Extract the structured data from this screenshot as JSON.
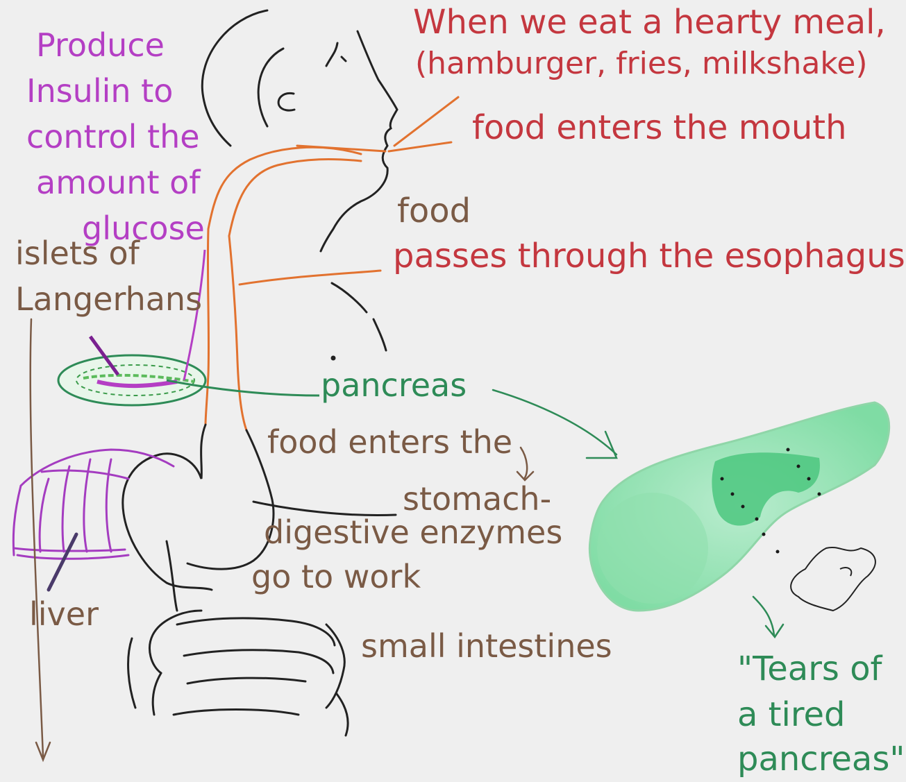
{
  "labels": {
    "meal_line1": "When we eat a hearty meal,",
    "meal_line2": "(hamburger, fries, milkshake)",
    "mouth": "food enters the mouth",
    "esophagus_1": "food",
    "esophagus_2": "passes through the esophagus",
    "insulin_1": "Produce",
    "insulin_2": "Insulin to",
    "insulin_3": "control the",
    "insulin_4": "amount of",
    "insulin_5": "glucose",
    "islets_1": "islets of",
    "islets_2": "Langerhans",
    "pancreas": "pancreas",
    "stomach_1": "food enters the",
    "stomach_2": "stomach-",
    "stomach_3": "digestive enzymes",
    "stomach_4": "go to work",
    "liver": "liver",
    "intestines": "small intestines",
    "tears_1": "\"Tears of",
    "tears_2": "a tired",
    "tears_3": "pancreas\""
  },
  "colors": {
    "background": "#efefef",
    "red_text": "#c4373f",
    "purple_text": "#b43fc4",
    "brown_text": "#7a5a45",
    "green_text": "#2e8b57",
    "esophagus_line": "#e2722f",
    "pancreas_fill": "#6fd99a"
  }
}
